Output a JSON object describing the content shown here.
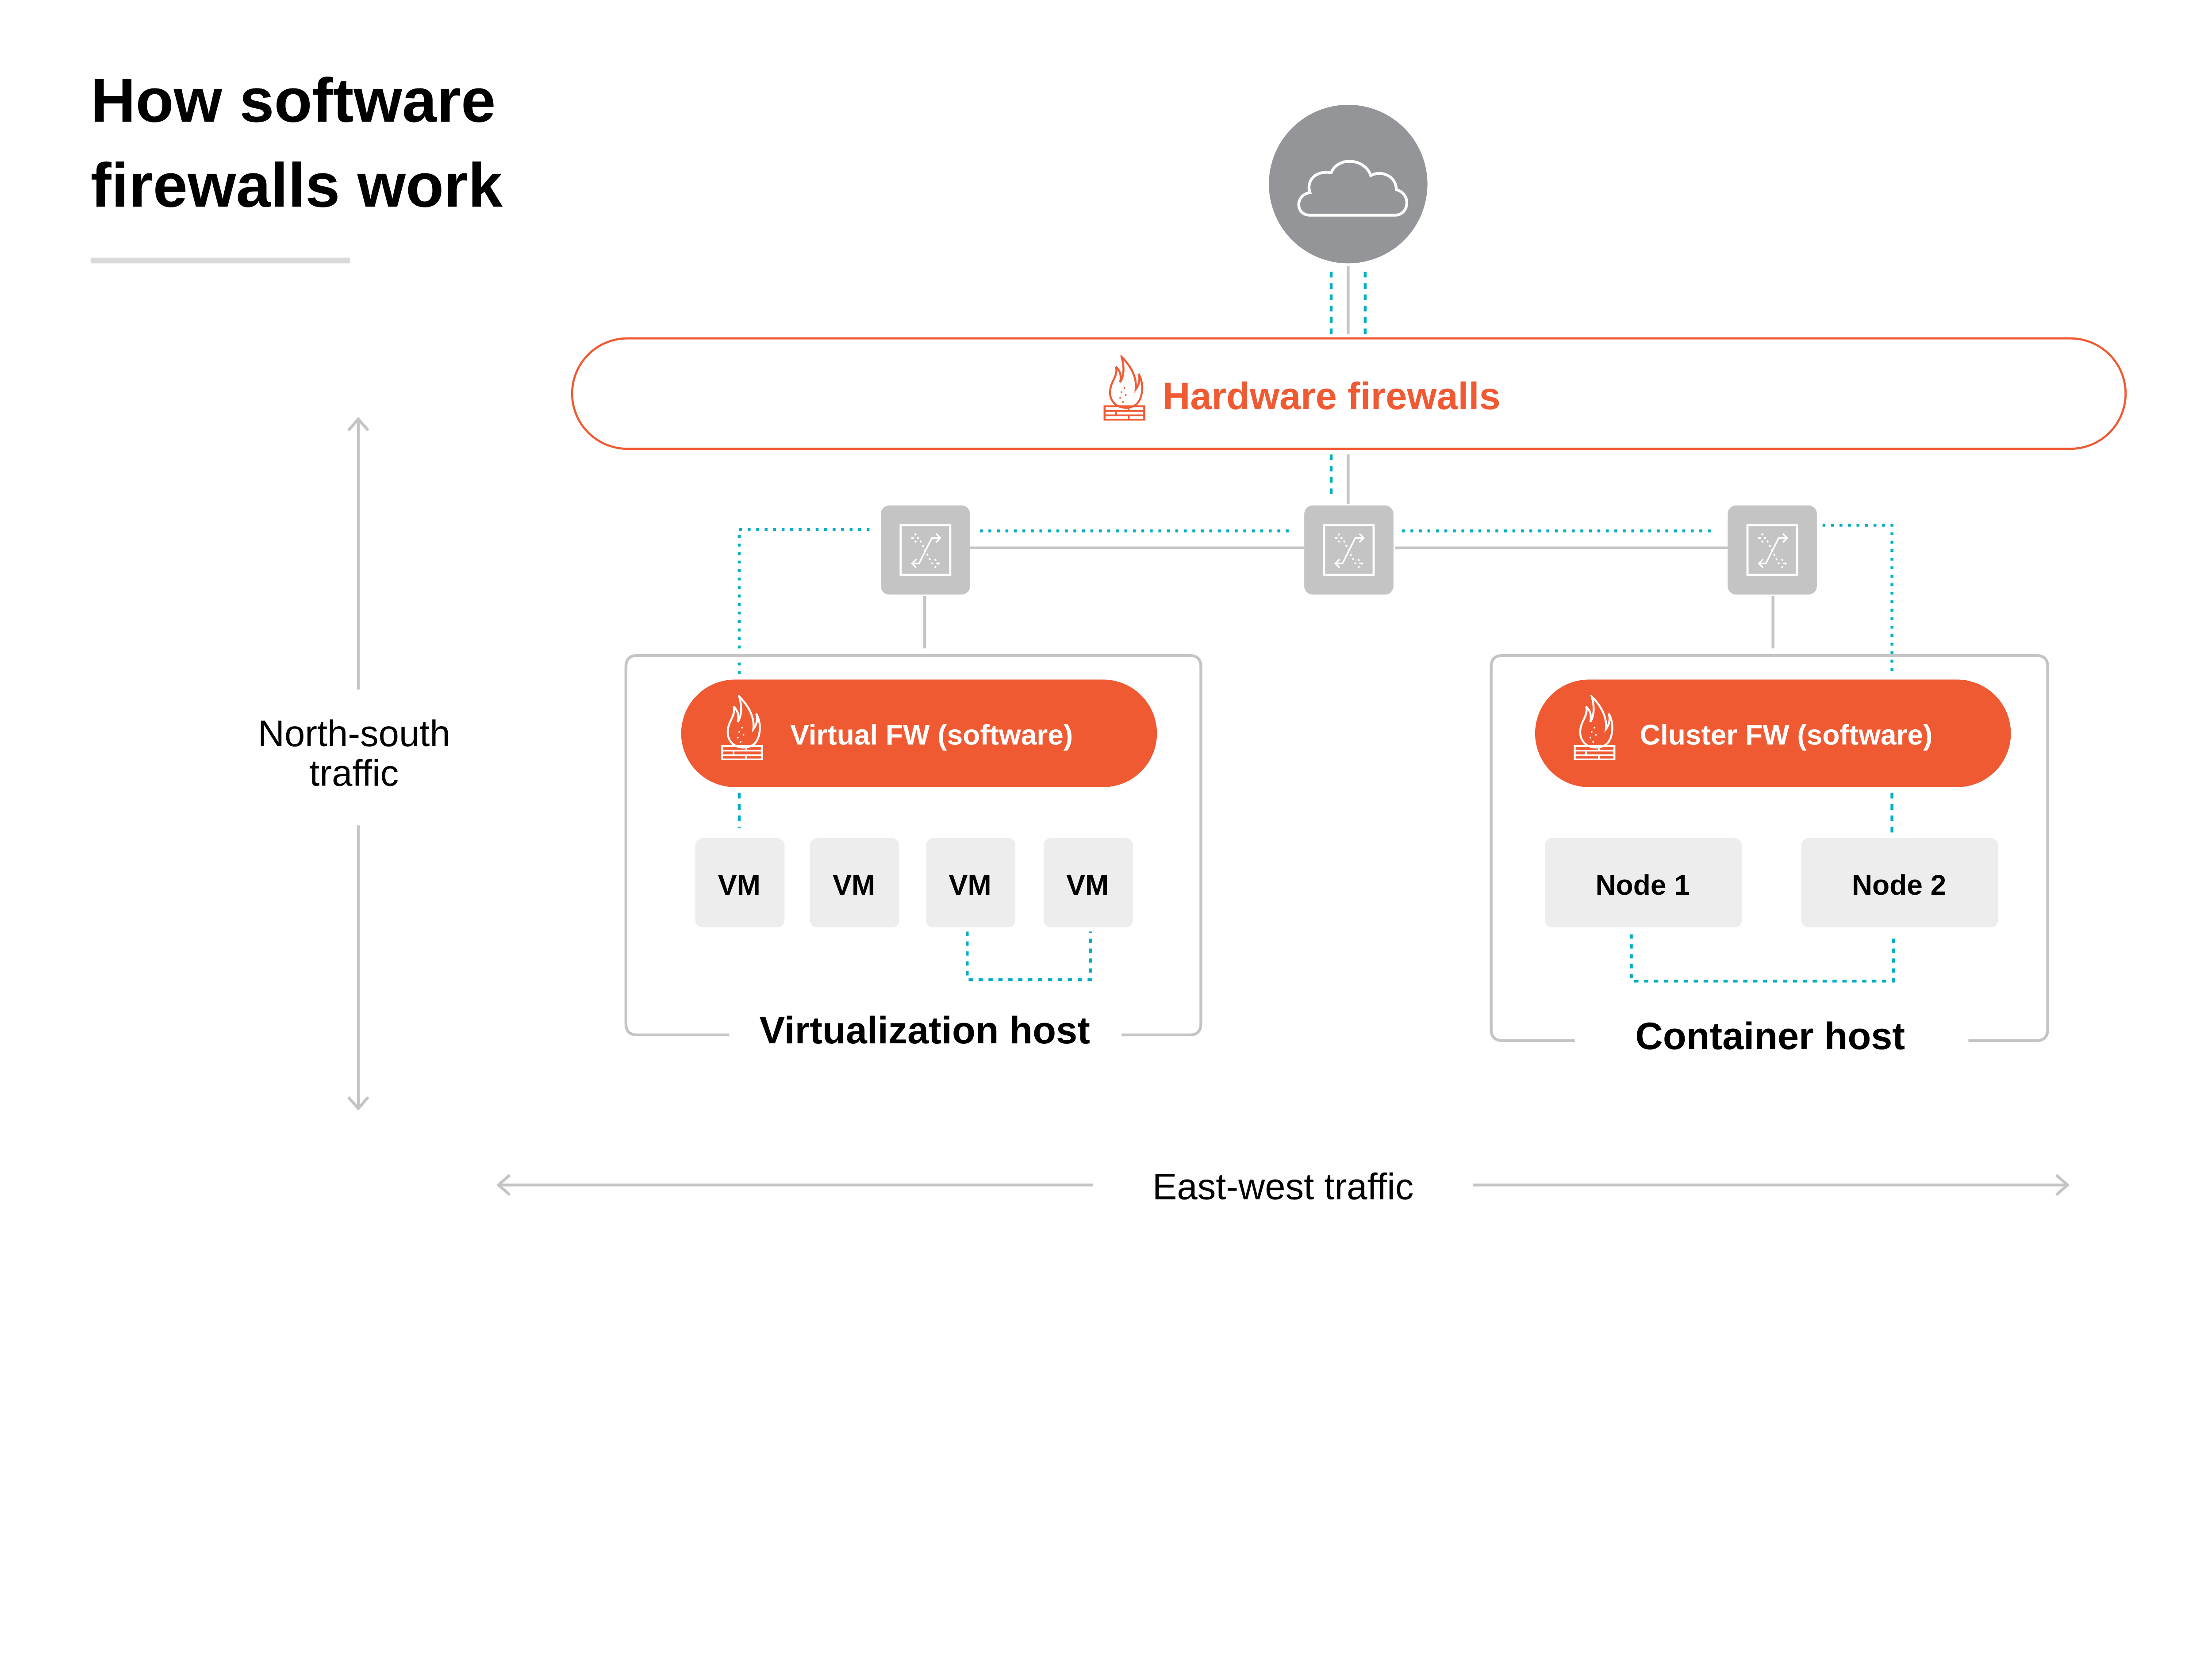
{
  "title": {
    "line1": "How software",
    "line2": "firewalls work"
  },
  "colors": {
    "accent": "#F05A33",
    "teal": "#00AEC7",
    "line_gray": "#C4C4C4",
    "cloud": "#939598",
    "node_fill": "#EDEDED",
    "text": "#000000"
  },
  "cloud": {
    "icon": "cloud-icon"
  },
  "hardware_firewall": {
    "label": "Hardware firewalls",
    "icon": "firewall-icon"
  },
  "switches": [
    {
      "icon": "switch-icon"
    },
    {
      "icon": "switch-icon"
    },
    {
      "icon": "switch-icon"
    }
  ],
  "virtualization_host": {
    "label": "Virtualization host",
    "firewall_label": "Virtual FW (software)",
    "vms": [
      "VM",
      "VM",
      "VM",
      "VM"
    ]
  },
  "container_host": {
    "label": "Container host",
    "firewall_label": "Cluster FW (software)",
    "nodes": [
      "Node 1",
      "Node 2"
    ]
  },
  "axes": {
    "north_south": {
      "line1": "North-south",
      "line2": "traffic"
    },
    "east_west": "East-west traffic"
  }
}
